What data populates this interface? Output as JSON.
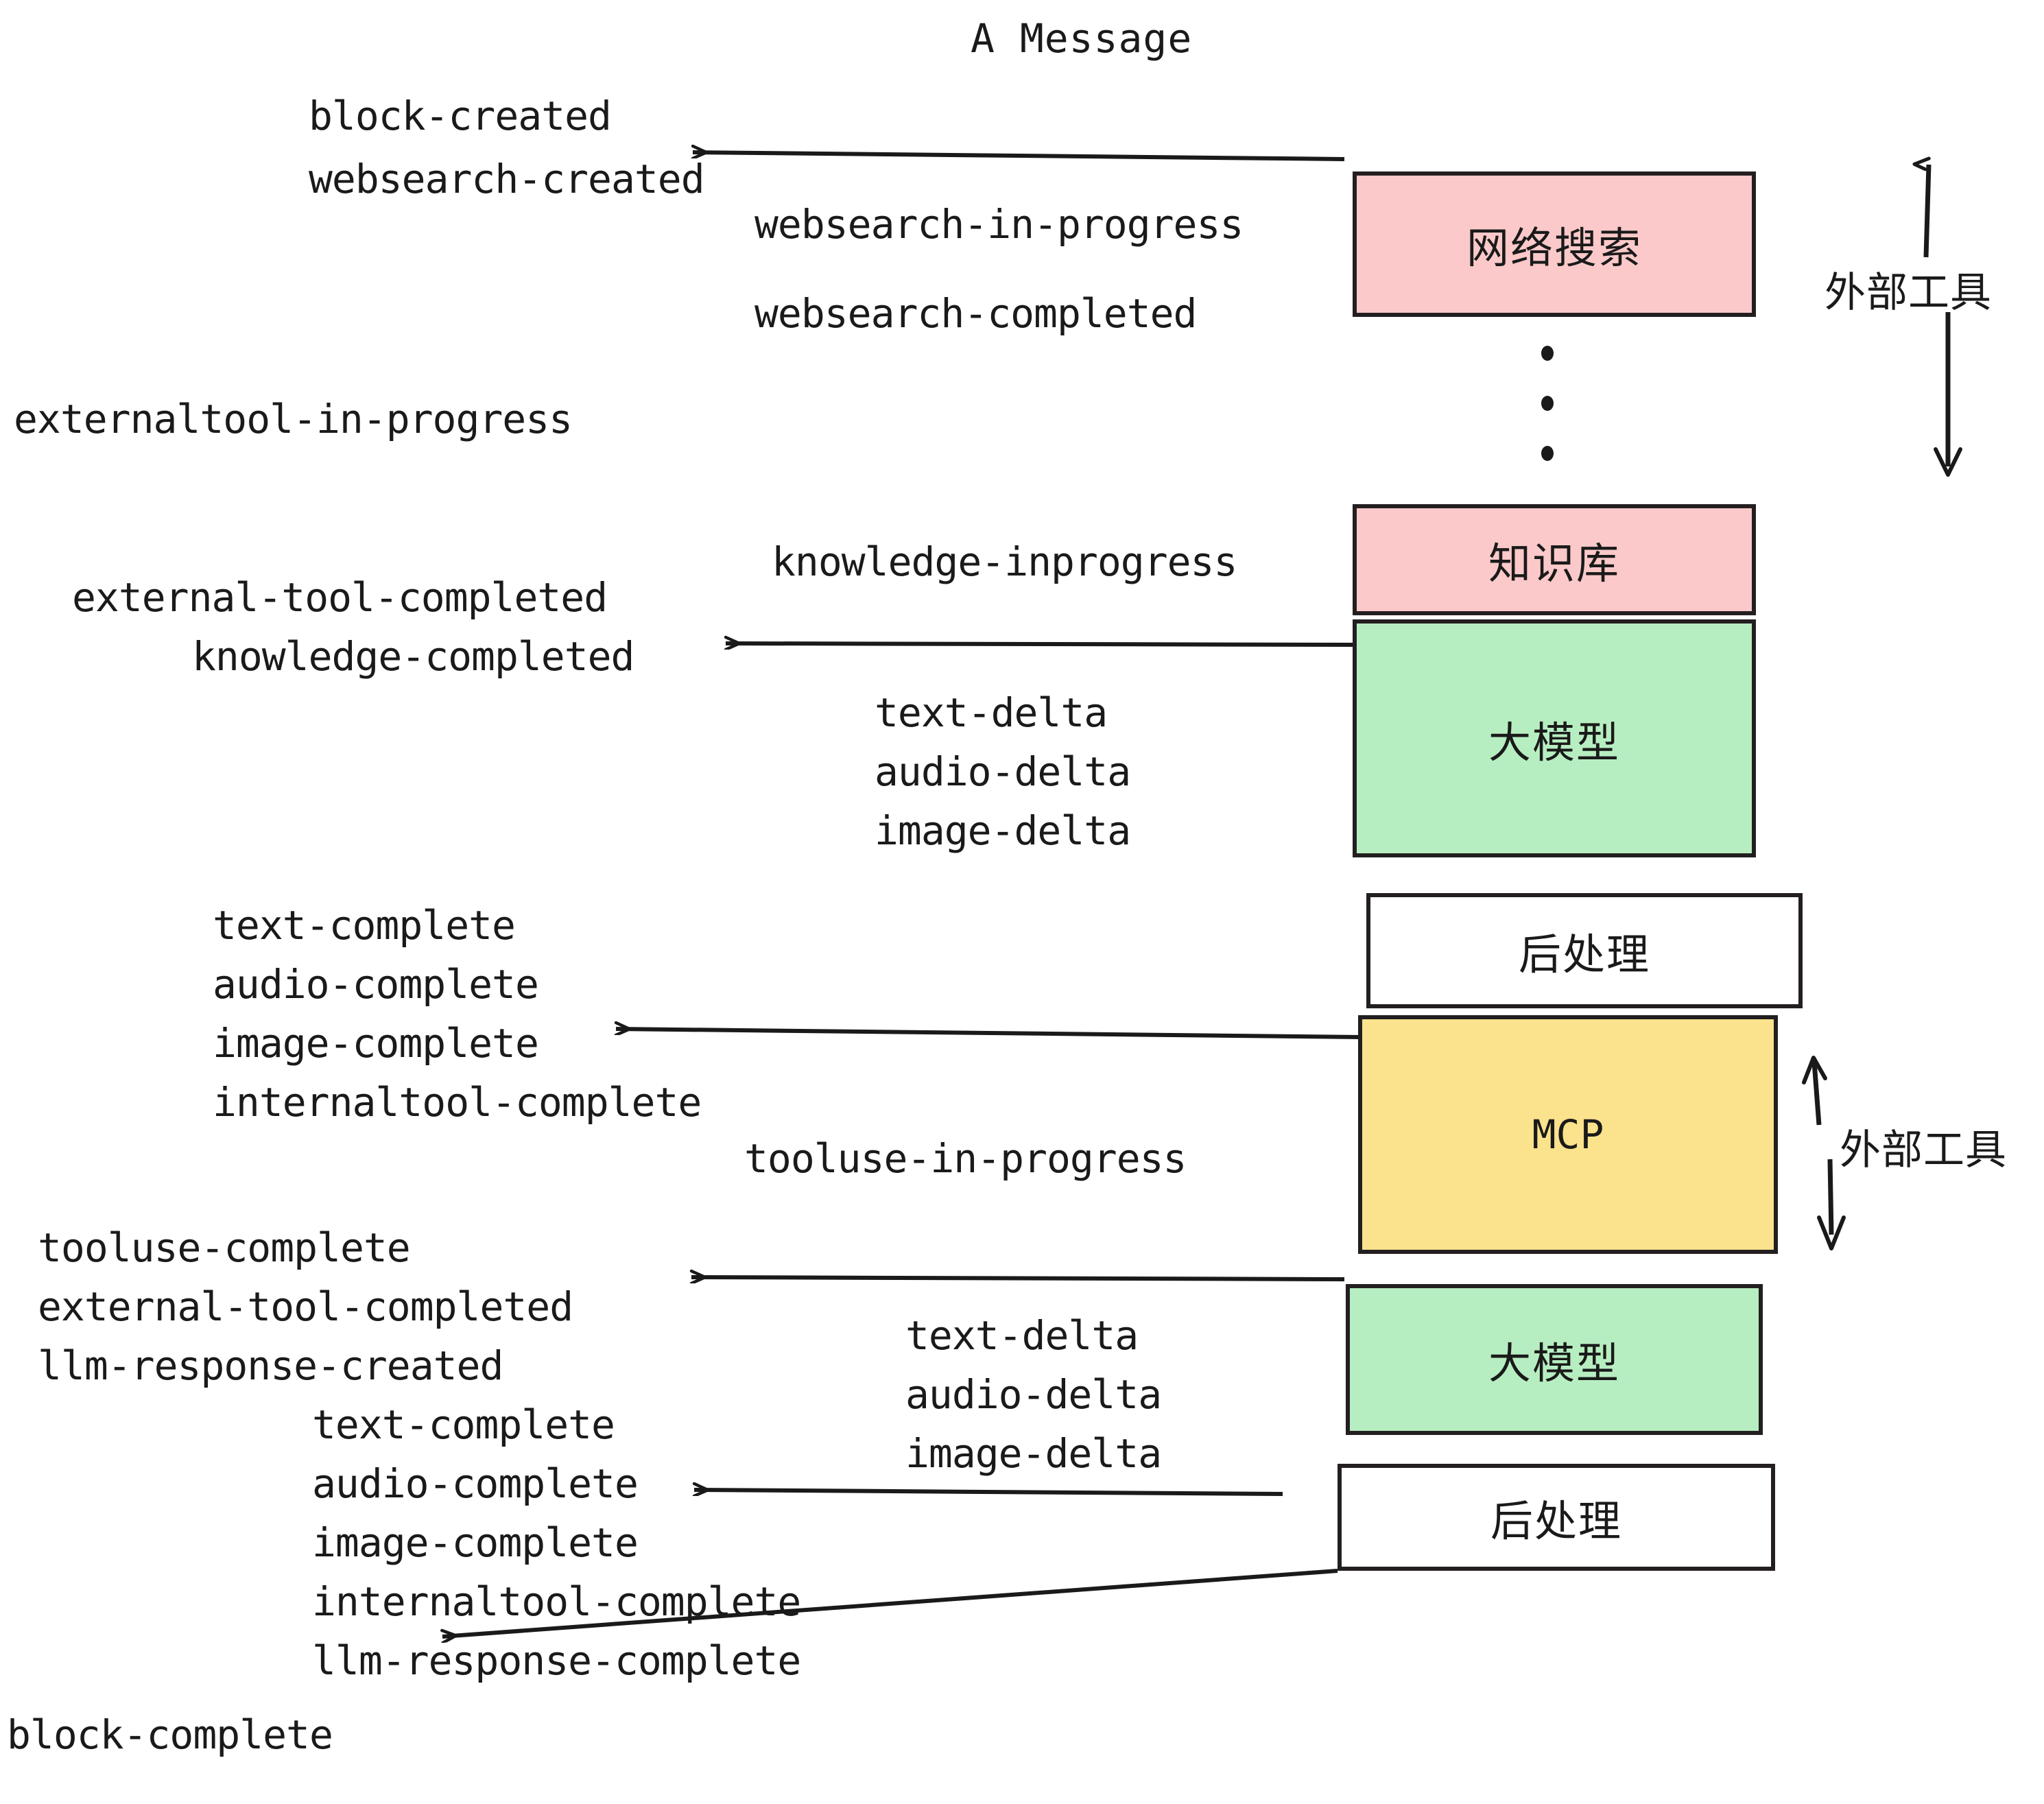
{
  "title": "A Message",
  "colors": {
    "pink": "#FBC9C9",
    "green": "#B7EEC1",
    "yellow": "#FBE28C",
    "white": "#FFFFFF",
    "stroke": "#231f20",
    "text": "#1a1a1a"
  },
  "nodes": [
    {
      "id": "websearch",
      "label": "网络搜索",
      "fill": "#FBC9C9",
      "mono": false
    },
    {
      "id": "knowledge",
      "label": "知识库",
      "fill": "#FBC9C9",
      "mono": false
    },
    {
      "id": "llm1",
      "label": "大模型",
      "fill": "#B7EEC1",
      "mono": false
    },
    {
      "id": "post1",
      "label": "后处理",
      "fill": "#FFFFFF",
      "mono": false
    },
    {
      "id": "mcp",
      "label": "MCP",
      "fill": "#FBE28C",
      "mono": true
    },
    {
      "id": "llm2",
      "label": "大模型",
      "fill": "#B7EEC1",
      "mono": false
    },
    {
      "id": "post2",
      "label": "后处理",
      "fill": "#FFFFFF",
      "mono": false
    }
  ],
  "group_labels": [
    {
      "id": "external-tools-top",
      "label": "外部工具"
    },
    {
      "id": "external-tools-bottom",
      "label": "外部工具"
    }
  ],
  "events": [
    {
      "id": "block-created",
      "label": "block-created"
    },
    {
      "id": "websearch-created",
      "label": "websearch-created"
    },
    {
      "id": "websearch-in-progress",
      "label": "websearch-in-progress"
    },
    {
      "id": "websearch-completed",
      "label": "websearch-completed"
    },
    {
      "id": "externaltool-in-progress",
      "label": "externaltool-in-progress"
    },
    {
      "id": "knowledge-inprogress",
      "label": "knowledge-inprogress"
    },
    {
      "id": "external-tool-completed-1",
      "label": "external-tool-completed"
    },
    {
      "id": "knowledge-completed",
      "label": "knowledge-completed"
    },
    {
      "id": "text-delta-1",
      "label": "text-delta"
    },
    {
      "id": "audio-delta-1",
      "label": "audio-delta"
    },
    {
      "id": "image-delta-1",
      "label": "image-delta"
    },
    {
      "id": "text-complete-1",
      "label": "text-complete"
    },
    {
      "id": "audio-complete-1",
      "label": "audio-complete"
    },
    {
      "id": "image-complete-1",
      "label": "image-complete"
    },
    {
      "id": "internaltool-complete-1",
      "label": "internaltool-complete"
    },
    {
      "id": "tooluse-in-progress",
      "label": "tooluse-in-progress"
    },
    {
      "id": "tooluse-complete",
      "label": "tooluse-complete"
    },
    {
      "id": "external-tool-completed-2",
      "label": "external-tool-completed"
    },
    {
      "id": "llm-response-created",
      "label": "llm-response-created"
    },
    {
      "id": "text-delta-2",
      "label": "text-delta"
    },
    {
      "id": "audio-delta-2",
      "label": "audio-delta"
    },
    {
      "id": "image-delta-2",
      "label": "image-delta"
    },
    {
      "id": "text-complete-2",
      "label": "text-complete"
    },
    {
      "id": "audio-complete-2",
      "label": "audio-complete"
    },
    {
      "id": "image-complete-2",
      "label": "image-complete"
    },
    {
      "id": "internaltool-complete-2",
      "label": "internaltool-complete"
    },
    {
      "id": "llm-response-complete",
      "label": "llm-response-complete"
    },
    {
      "id": "block-complete",
      "label": "block-complete"
    }
  ]
}
